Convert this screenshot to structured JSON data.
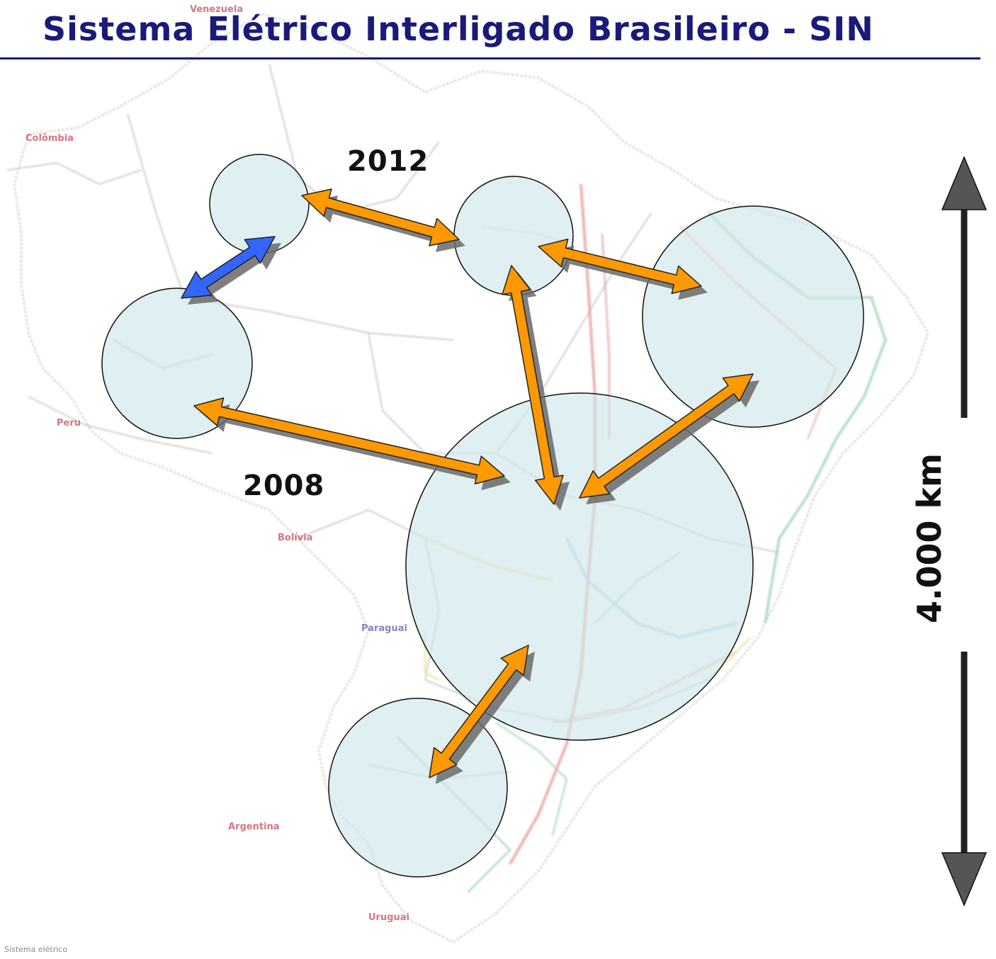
{
  "title": "Sistema Elétrico Interligado Brasileiro - SIN",
  "annotations": {
    "year_top": "2012",
    "year_left": "2008",
    "distance": "4.000 km"
  },
  "map": {
    "colors": {
      "title": "#1a1a7a",
      "region_fill": "#cfe6ea",
      "region_stroke": "#111111",
      "arrow_orange": "#ff9900",
      "arrow_blue": "#3366ff",
      "scale_arrow": "#555555",
      "lines_red": "#d9534f",
      "lines_green": "#5cb88a",
      "lines_blue": "#5ab0d8",
      "lines_yellow": "#e0d85a",
      "borders": "#999999"
    },
    "place_names": [
      {
        "text": "Venezuela",
        "style": "red"
      },
      {
        "text": "Colômbia",
        "style": "red"
      },
      {
        "text": "Peru",
        "style": "red"
      },
      {
        "text": "Bolívia",
        "style": "red"
      },
      {
        "text": "Paraguai",
        "style": "blue"
      },
      {
        "text": "Argentina",
        "style": "red"
      },
      {
        "text": "Uruguai",
        "style": "red"
      }
    ],
    "footnote": "Sistema elétrico"
  }
}
